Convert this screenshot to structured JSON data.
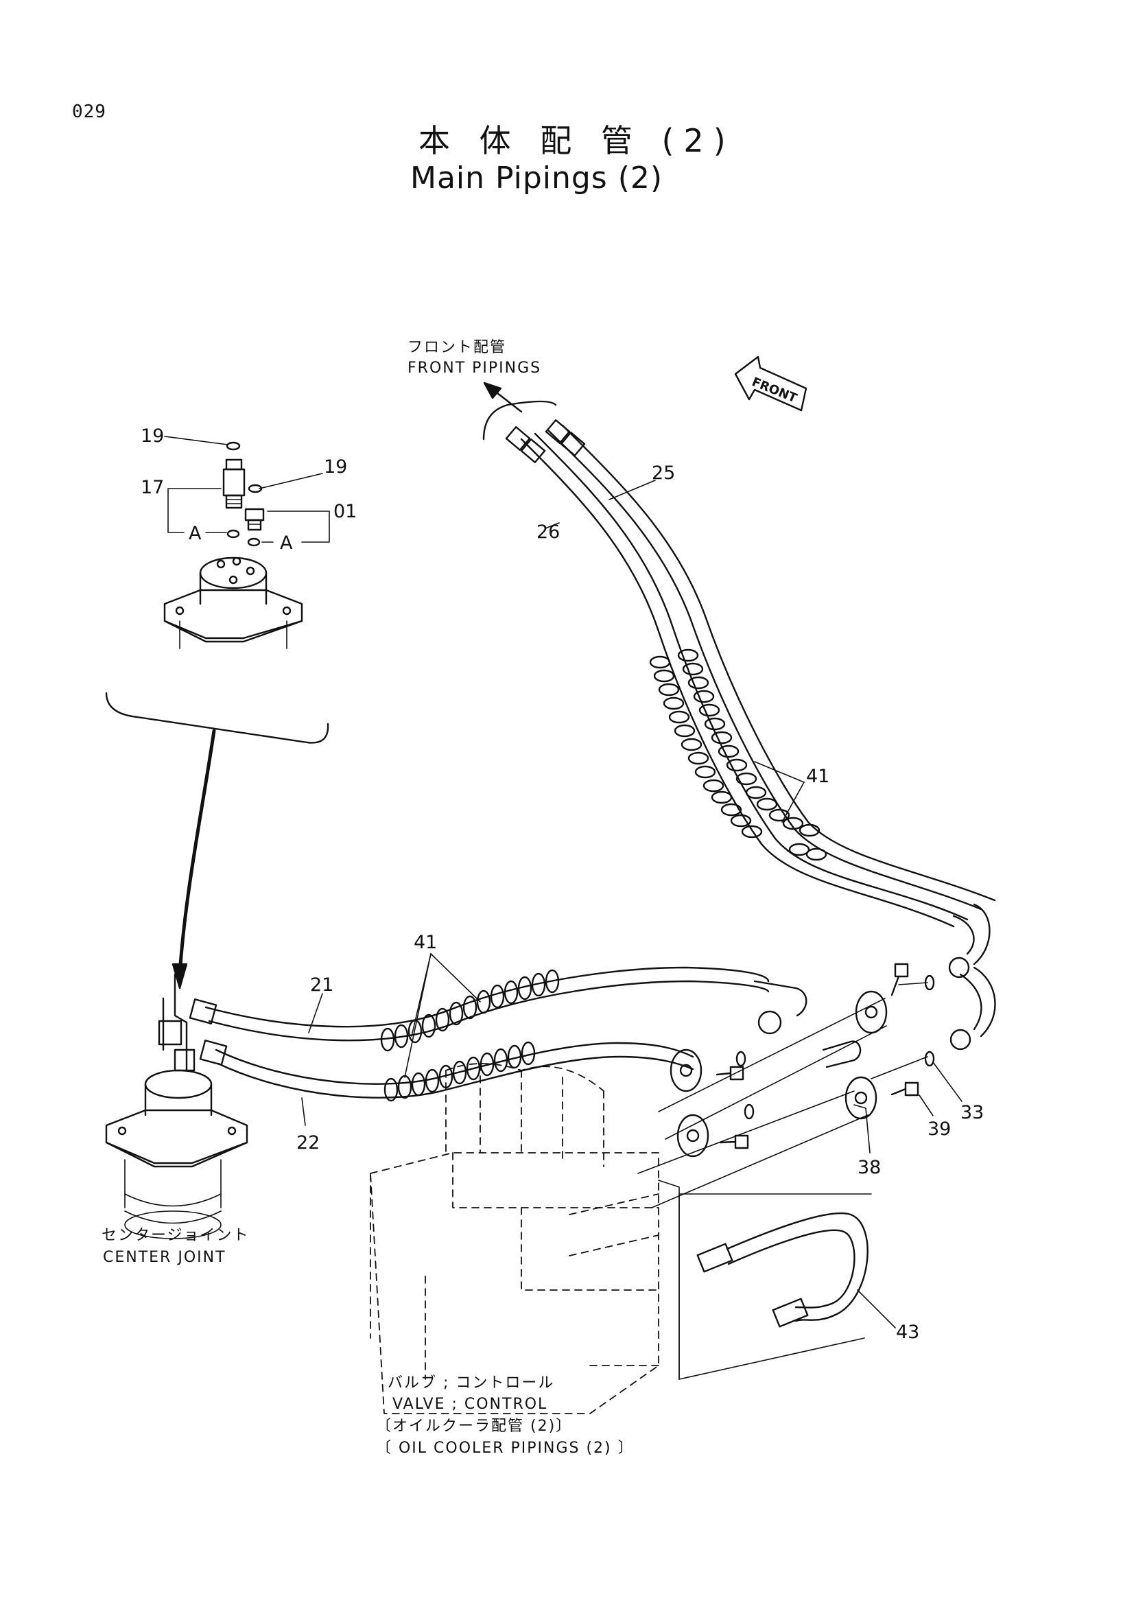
{
  "page": {
    "number": "029"
  },
  "title": {
    "jp": "本 体 配 管 (2)",
    "en": "Main Pipings (2)"
  },
  "direction_badge": "FRONT",
  "labels": {
    "front_pipings_jp": "フロント配管",
    "front_pipings_en": "FRONT PIPINGS",
    "center_joint_jp": "センタージョイント",
    "center_joint_en": "CENTER JOINT",
    "valve_jp": "バルブ ; コントロール",
    "valve_en": "VALVE ; CONTROL",
    "oil_cooler_jp": "〔オイルクーラ配管 (2)〕",
    "oil_cooler_en": "〔 OIL COOLER PIPINGS (2) 〕",
    "section_a_left": "A",
    "section_a_right": "A"
  },
  "part_numbers": {
    "p19a": "19",
    "p19b": "19",
    "p17": "17",
    "p01": "01",
    "p25": "25",
    "p26": "26",
    "p41a": "41",
    "p41b": "41",
    "p21": "21",
    "p22": "22",
    "p33": "33",
    "p39": "39",
    "p38": "38",
    "p43": "43"
  }
}
